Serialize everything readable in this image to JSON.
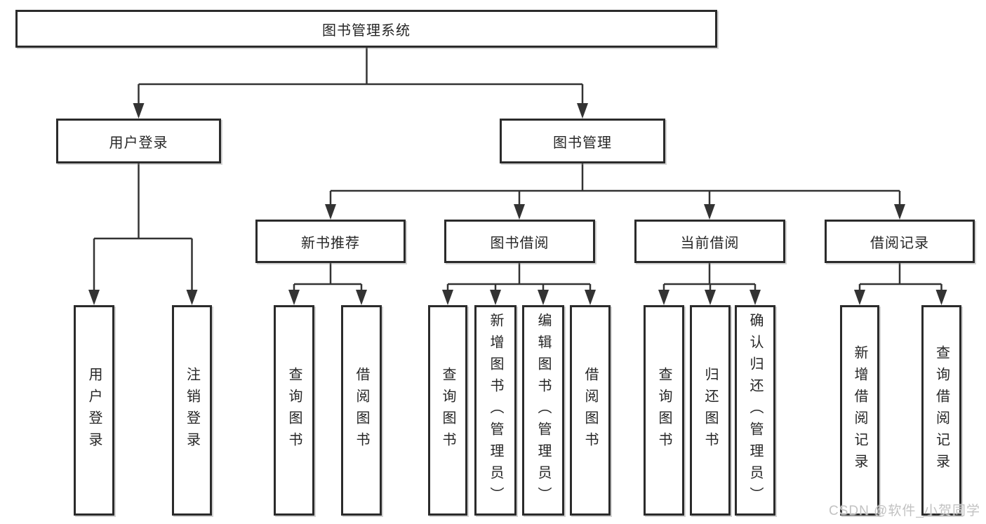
{
  "nodes": {
    "root": "图书管理系统",
    "level2": {
      "login": "用户登录",
      "mgmt": "图书管理"
    },
    "level3": [
      "新书推荐",
      "图书借阅",
      "当前借阅",
      "借阅记录"
    ],
    "leaves": {
      "login": [
        "用户登录",
        "注销登录"
      ],
      "recommend": [
        "查询图书",
        "借阅图书"
      ],
      "borrow": [
        "查询图书",
        "新增图书（管理员）",
        "编辑图书（管理员）",
        "借阅图书"
      ],
      "current": [
        "查询图书",
        "归还图书",
        "确认归还（管理员）"
      ],
      "records": [
        "新增借阅记录",
        "查询借阅记录"
      ]
    }
  },
  "watermark": {
    "text": "CSDN @软件_小贺同学"
  },
  "colors": {
    "line": "#333333",
    "box_border": "#2b2b2b",
    "box_background": "#ffffff",
    "text": "#262626",
    "watermark": "#c2c2c2"
  }
}
